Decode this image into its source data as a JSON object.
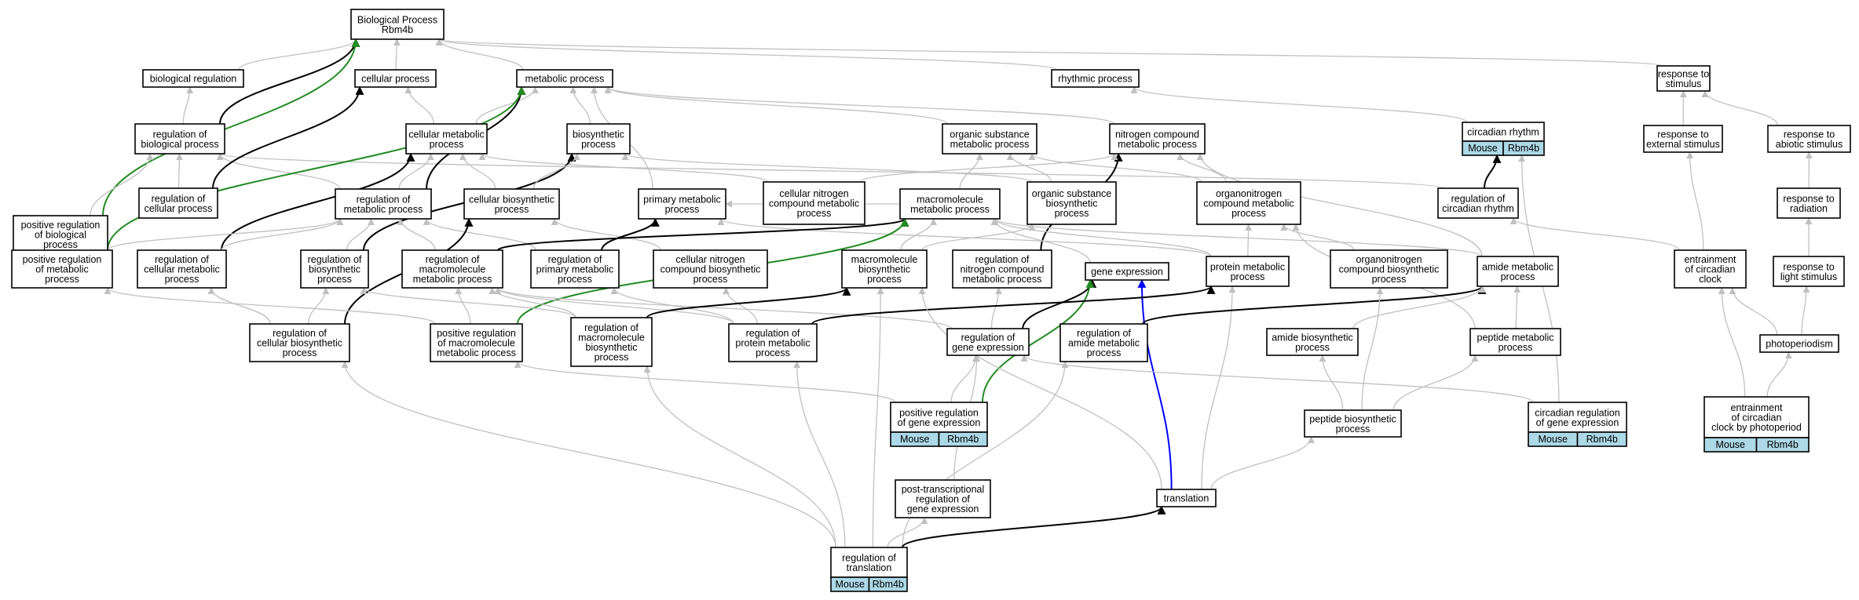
{
  "title": "Biological Process Rbm4b",
  "nodes": {
    "root": {
      "lines": [
        "Biological Process",
        "Rbm4b"
      ]
    },
    "bioreg": {
      "lines": [
        "biological regulation"
      ]
    },
    "cellproc": {
      "lines": [
        "cellular process"
      ]
    },
    "metproc": {
      "lines": [
        "metabolic process"
      ]
    },
    "rhythm": {
      "lines": [
        "rhythmic process"
      ]
    },
    "respstim": {
      "lines": [
        "response to",
        "stimulus"
      ]
    },
    "regbio": {
      "lines": [
        "regulation of",
        "biological process"
      ]
    },
    "cellmet": {
      "lines": [
        "cellular metabolic",
        "process"
      ]
    },
    "biosyn": {
      "lines": [
        "biosynthetic",
        "process"
      ]
    },
    "orgsub": {
      "lines": [
        "organic substance",
        "metabolic process"
      ]
    },
    "nitro": {
      "lines": [
        "nitrogen compound",
        "metabolic process"
      ]
    },
    "circ": {
      "lines": [
        "circadian rhythm"
      ],
      "tags": [
        "Mouse",
        "Rbm4b"
      ]
    },
    "respext": {
      "lines": [
        "response to",
        "external stimulus"
      ]
    },
    "respabio": {
      "lines": [
        "response to",
        "abiotic stimulus"
      ]
    },
    "posbio": {
      "lines": [
        "positive regulation",
        "of biological",
        "process"
      ]
    },
    "regcell": {
      "lines": [
        "regulation of",
        "cellular process"
      ]
    },
    "regmet": {
      "lines": [
        "regulation of",
        "metabolic process"
      ]
    },
    "cellbiosyn": {
      "lines": [
        "cellular biosynthetic",
        "process"
      ]
    },
    "primmet": {
      "lines": [
        "primary metabolic",
        "process"
      ]
    },
    "cellnitmet": {
      "lines": [
        "cellular nitrogen",
        "compound metabolic",
        "process"
      ]
    },
    "macromet": {
      "lines": [
        "macromolecule",
        "metabolic process"
      ]
    },
    "orgbiosyn": {
      "lines": [
        "organic substance",
        "biosynthetic",
        "process"
      ]
    },
    "organonitmet": {
      "lines": [
        "organonitrogen",
        "compound metabolic",
        "process"
      ]
    },
    "regcirc": {
      "lines": [
        "regulation of",
        "circadian rhythm"
      ]
    },
    "resprad": {
      "lines": [
        "response to",
        "radiation"
      ]
    },
    "posmet": {
      "lines": [
        "positive regulation",
        "of metabolic",
        "process"
      ]
    },
    "regcellmet": {
      "lines": [
        "regulation of",
        "cellular metabolic",
        "process"
      ]
    },
    "regbiosyn": {
      "lines": [
        "regulation of",
        "biosynthetic",
        "process"
      ]
    },
    "regmacromet": {
      "lines": [
        "regulation of",
        "macromolecule",
        "metabolic process"
      ]
    },
    "regprimmet": {
      "lines": [
        "regulation of",
        "primary metabolic",
        "process"
      ]
    },
    "cellnitbiosyn": {
      "lines": [
        "cellular nitrogen",
        "compound biosynthetic",
        "process"
      ]
    },
    "macrobiosyn": {
      "lines": [
        "macromolecule",
        "biosynthetic",
        "process"
      ]
    },
    "regnitmet": {
      "lines": [
        "regulation of",
        "nitrogen compound",
        "metabolic process"
      ]
    },
    "geneexp": {
      "lines": [
        "gene expression"
      ]
    },
    "protmet": {
      "lines": [
        "protein metabolic",
        "process"
      ]
    },
    "organonitbiosyn": {
      "lines": [
        "organonitrogen",
        "compound biosynthetic",
        "process"
      ]
    },
    "amidemet": {
      "lines": [
        "amide metabolic",
        "process"
      ]
    },
    "entrain": {
      "lines": [
        "entrainment",
        "of circadian",
        "clock"
      ]
    },
    "resplight": {
      "lines": [
        "response to",
        "light stimulus"
      ]
    },
    "regcellbiosyn": {
      "lines": [
        "regulation of",
        "cellular biosynthetic",
        "process"
      ]
    },
    "posmacromet": {
      "lines": [
        "positive regulation",
        "of macromolecule",
        "metabolic process"
      ]
    },
    "regmacrobiosyn": {
      "lines": [
        "regulation of",
        "macromolecule",
        "biosynthetic",
        "process"
      ]
    },
    "regprotmet": {
      "lines": [
        "regulation of",
        "protein metabolic",
        "process"
      ]
    },
    "reggene": {
      "lines": [
        "regulation of",
        "gene expression"
      ]
    },
    "regamide": {
      "lines": [
        "regulation of",
        "amide metabolic",
        "process"
      ]
    },
    "amidebiosyn": {
      "lines": [
        "amide biosynthetic",
        "process"
      ]
    },
    "peptmet": {
      "lines": [
        "peptide metabolic",
        "process"
      ]
    },
    "photo": {
      "lines": [
        "photoperiodism"
      ]
    },
    "posgene": {
      "lines": [
        "positive regulation",
        "of gene expression"
      ],
      "tags": [
        "Mouse",
        "Rbm4b"
      ]
    },
    "peptbiosyn": {
      "lines": [
        "peptide biosynthetic",
        "process"
      ]
    },
    "circreggene": {
      "lines": [
        "circadian regulation",
        "of gene expression"
      ],
      "tags": [
        "Mouse",
        "Rbm4b"
      ]
    },
    "entrainphoto": {
      "lines": [
        "entrainment",
        "of circadian",
        "clock by photoperiod"
      ],
      "tags": [
        "Mouse",
        "Rbm4b"
      ]
    },
    "posttrans": {
      "lines": [
        "post-transcriptional",
        "regulation of",
        "gene expression"
      ]
    },
    "translation": {
      "lines": [
        "translation"
      ]
    },
    "regtrans": {
      "lines": [
        "regulation of",
        "translation"
      ],
      "tags": [
        "Mouse",
        "Rbm4b"
      ]
    }
  },
  "edges": [
    [
      "bioreg",
      "root",
      "gray"
    ],
    [
      "cellproc",
      "root",
      "gray"
    ],
    [
      "metproc",
      "root",
      "gray"
    ],
    [
      "rhythm",
      "root",
      "gray"
    ],
    [
      "respstim",
      "root",
      "gray"
    ],
    [
      "regbio",
      "root",
      "black"
    ],
    [
      "posbio",
      "root",
      "green"
    ],
    [
      "regbio",
      "bioreg",
      "gray"
    ],
    [
      "regcell",
      "regbio",
      "gray"
    ],
    [
      "posbio",
      "regbio",
      "gray"
    ],
    [
      "regmet",
      "regbio",
      "gray"
    ],
    [
      "regcirc",
      "regbio",
      "gray"
    ],
    [
      "regcell",
      "cellproc",
      "black"
    ],
    [
      "cellmet",
      "cellproc",
      "gray"
    ],
    [
      "cellmet",
      "metproc",
      "gray"
    ],
    [
      "biosyn",
      "metproc",
      "gray"
    ],
    [
      "orgsub",
      "metproc",
      "gray"
    ],
    [
      "nitro",
      "metproc",
      "gray"
    ],
    [
      "primmet",
      "metproc",
      "gray"
    ],
    [
      "regmet",
      "metproc",
      "black"
    ],
    [
      "posmet",
      "metproc",
      "green"
    ],
    [
      "circ",
      "rhythm",
      "gray"
    ],
    [
      "respext",
      "respstim",
      "gray"
    ],
    [
      "respabio",
      "respstim",
      "gray"
    ],
    [
      "regcellmet",
      "cellmet",
      "black"
    ],
    [
      "regmet",
      "cellmet",
      "gray"
    ],
    [
      "cellbiosyn",
      "cellmet",
      "gray"
    ],
    [
      "cellnitmet",
      "cellmet",
      "gray"
    ],
    [
      "regbiosyn",
      "biosyn",
      "black"
    ],
    [
      "cellbiosyn",
      "biosyn",
      "gray"
    ],
    [
      "orgbiosyn",
      "biosyn",
      "gray"
    ],
    [
      "macromet",
      "orgsub",
      "gray"
    ],
    [
      "orgbiosyn",
      "orgsub",
      "gray"
    ],
    [
      "organonitmet",
      "orgsub",
      "gray"
    ],
    [
      "regnitmet",
      "nitro",
      "black"
    ],
    [
      "cellnitmet",
      "nitro",
      "gray"
    ],
    [
      "organonitmet",
      "nitro",
      "gray"
    ],
    [
      "amidemet",
      "nitro",
      "gray"
    ],
    [
      "regcirc",
      "circ",
      "black"
    ],
    [
      "entrain",
      "respext",
      "gray"
    ],
    [
      "resprad",
      "respabio",
      "gray"
    ],
    [
      "posmet",
      "posbio",
      "gray"
    ],
    [
      "posmet",
      "regmet",
      "gray"
    ],
    [
      "regcellmet",
      "regmet",
      "gray"
    ],
    [
      "regmacromet",
      "regmet",
      "gray"
    ],
    [
      "regprimmet",
      "regmet",
      "gray"
    ],
    [
      "regbiosyn",
      "regmet",
      "gray"
    ],
    [
      "regcellbiosyn",
      "cellbiosyn",
      "black"
    ],
    [
      "cellnitbiosyn",
      "cellbiosyn",
      "gray"
    ],
    [
      "regprimmet",
      "primmet",
      "black"
    ],
    [
      "macromet",
      "primmet",
      "gray"
    ],
    [
      "protmet",
      "primmet",
      "gray"
    ],
    [
      "regmacromet",
      "macromet",
      "black"
    ],
    [
      "posmacromet",
      "macromet",
      "green"
    ],
    [
      "macrobiosyn",
      "macromet",
      "gray"
    ],
    [
      "geneexp",
      "macromet",
      "gray"
    ],
    [
      "protmet",
      "macromet",
      "gray"
    ],
    [
      "macrobiosyn",
      "orgbiosyn",
      "gray"
    ],
    [
      "organonitbiosyn",
      "organonitmet",
      "gray"
    ],
    [
      "protmet",
      "organonitmet",
      "gray"
    ],
    [
      "peptmet",
      "organonitmet",
      "gray"
    ],
    [
      "entrain",
      "regcirc",
      "gray"
    ],
    [
      "resplight",
      "resprad",
      "gray"
    ],
    [
      "regcellbiosyn",
      "regcellmet",
      "gray"
    ],
    [
      "regcellbiosyn",
      "regbiosyn",
      "gray"
    ],
    [
      "regmacrobiosyn",
      "regbiosyn",
      "gray"
    ],
    [
      "posmacromet",
      "regmacromet",
      "gray"
    ],
    [
      "regmacrobiosyn",
      "regmacromet",
      "gray"
    ],
    [
      "regprotmet",
      "regmacromet",
      "gray"
    ],
    [
      "reggene",
      "regmacromet",
      "gray"
    ],
    [
      "regprotmet",
      "regprimmet",
      "gray"
    ],
    [
      "regprotmet",
      "cellnitbiosyn",
      "gray"
    ],
    [
      "regmacrobiosyn",
      "macrobiosyn",
      "black"
    ],
    [
      "regtrans",
      "macrobiosyn",
      "gray"
    ],
    [
      "reggene",
      "regnitmet",
      "gray"
    ],
    [
      "reggene",
      "geneexp",
      "black"
    ],
    [
      "posgene",
      "geneexp",
      "green"
    ],
    [
      "translation",
      "geneexp",
      "blue"
    ],
    [
      "regprotmet",
      "protmet",
      "black"
    ],
    [
      "translation",
      "protmet",
      "gray"
    ],
    [
      "amidemet",
      "macromet",
      "gray"
    ],
    [
      "regamide",
      "amidemet",
      "black"
    ],
    [
      "amidebiosyn",
      "amidemet",
      "gray"
    ],
    [
      "peptmet",
      "amidemet",
      "gray"
    ],
    [
      "photo",
      "entrain",
      "gray"
    ],
    [
      "photo",
      "resplight",
      "gray"
    ],
    [
      "posmacromet",
      "posmet",
      "gray"
    ],
    [
      "regcellbiosyn",
      "regcellmet",
      "gray"
    ],
    [
      "regtrans",
      "regcellbiosyn",
      "gray"
    ],
    [
      "regtrans",
      "regmacrobiosyn",
      "gray"
    ],
    [
      "regtrans",
      "regprotmet",
      "gray"
    ],
    [
      "regtrans",
      "regamide",
      "gray"
    ],
    [
      "regtrans",
      "posttrans",
      "gray"
    ],
    [
      "posgene",
      "posmacromet",
      "gray"
    ],
    [
      "posgene",
      "reggene",
      "gray"
    ],
    [
      "posttrans",
      "reggene",
      "gray"
    ],
    [
      "circreggene",
      "reggene",
      "gray"
    ],
    [
      "peptbiosyn",
      "amidebiosyn",
      "gray"
    ],
    [
      "peptbiosyn",
      "organonitbiosyn",
      "gray"
    ],
    [
      "peptbiosyn",
      "peptmet",
      "gray"
    ],
    [
      "translation",
      "peptbiosyn",
      "gray"
    ],
    [
      "translation",
      "macrobiosyn",
      "gray"
    ],
    [
      "regtrans",
      "translation",
      "black"
    ],
    [
      "entrainphoto",
      "photo",
      "gray"
    ],
    [
      "entrainphoto",
      "entrain",
      "gray"
    ],
    [
      "circreggene",
      "circ",
      "gray"
    ]
  ],
  "colors": {
    "gray": "#c0c0c0",
    "black": "#000000",
    "green": "#228b22",
    "blue": "#0000ff",
    "tag_fill": "#add8e6"
  }
}
